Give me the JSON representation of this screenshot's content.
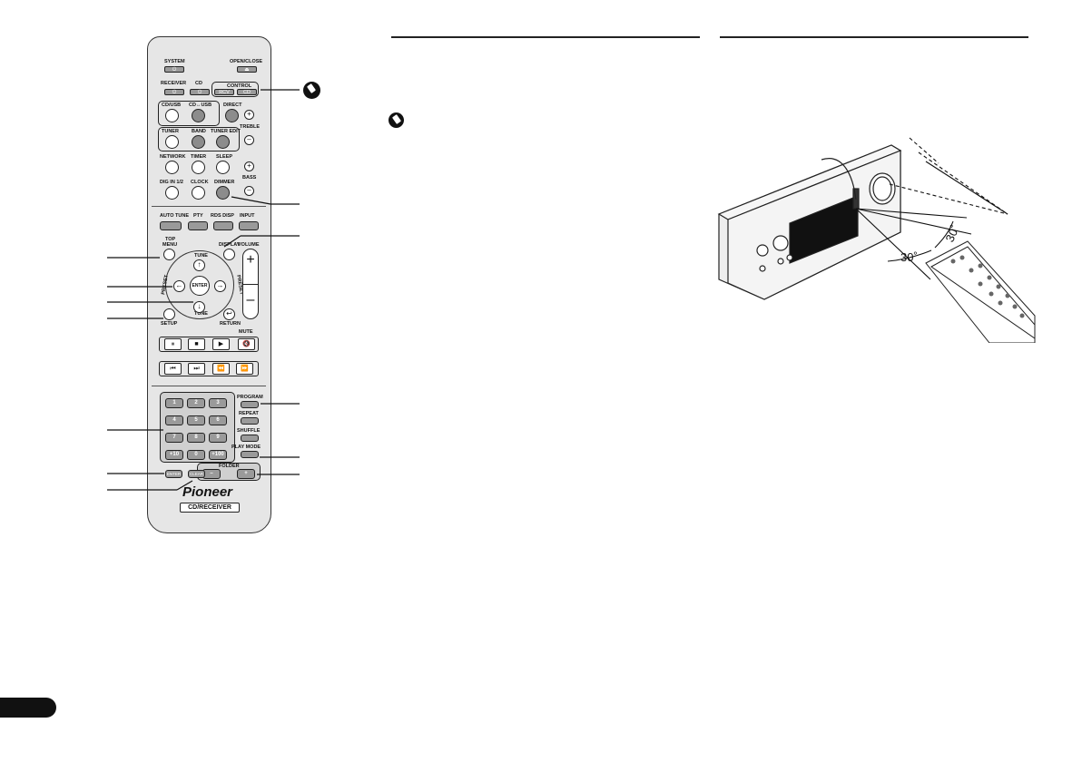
{
  "remote": {
    "system": "SYSTEM",
    "open_close": "OPEN/CLOSE",
    "receiver": "RECEIVER",
    "cd": "CD",
    "control": "CONTROL",
    "rcv": "RCV",
    "cd_small": "CD",
    "cd_usb": "CD/USB",
    "cd_to_usb": "CD↔USB",
    "direct": "DIRECT",
    "treble": "TREBLE",
    "tuner": "TUNER",
    "band": "BAND",
    "tuner_edit": "TUNER EDIT",
    "network": "NETWORK",
    "timer": "TIMER",
    "sleep": "SLEEP",
    "bass": "BASS",
    "dig_in": "DIG IN 1/2",
    "clock": "CLOCK",
    "dimmer": "DIMMER",
    "auto_tune": "AUTO TUNE",
    "pty": "PTY",
    "rds_disp": "RDS DISP",
    "input": "INPUT",
    "top_menu_1": "TOP",
    "top_menu_2": "MENU",
    "display": "DISPLAY",
    "volume": "VOLUME",
    "tune_top": "TUNE",
    "tune_bottom": "TUNE",
    "preset_left": "PRESET",
    "preset_right": "PRESET",
    "enter_center": "ENTER",
    "setup": "SETUP",
    "return": "RETURN",
    "mute": "MUTE",
    "numbers": [
      "1",
      "2",
      "3",
      "4",
      "5",
      "6",
      "7",
      "8",
      "9",
      "+10",
      "0",
      "+100"
    ],
    "program": "PROGRAM",
    "repeat": "REPEAT",
    "shuffle": "SHUFFLE",
    "play_mode": "PLAY MODE",
    "folder": "FOLDER",
    "enter_bottom": "ENTER",
    "clear": "CLEAR",
    "brand": "Pioneer",
    "model": "CD/RECEIVER",
    "vol_plus": "+",
    "vol_minus": "–",
    "tr_plus": "+",
    "tr_minus": "–",
    "folder_minus": "–",
    "folder_plus": "+"
  },
  "diagram": {
    "angle_left": "30˚",
    "angle_right": "30˚"
  }
}
